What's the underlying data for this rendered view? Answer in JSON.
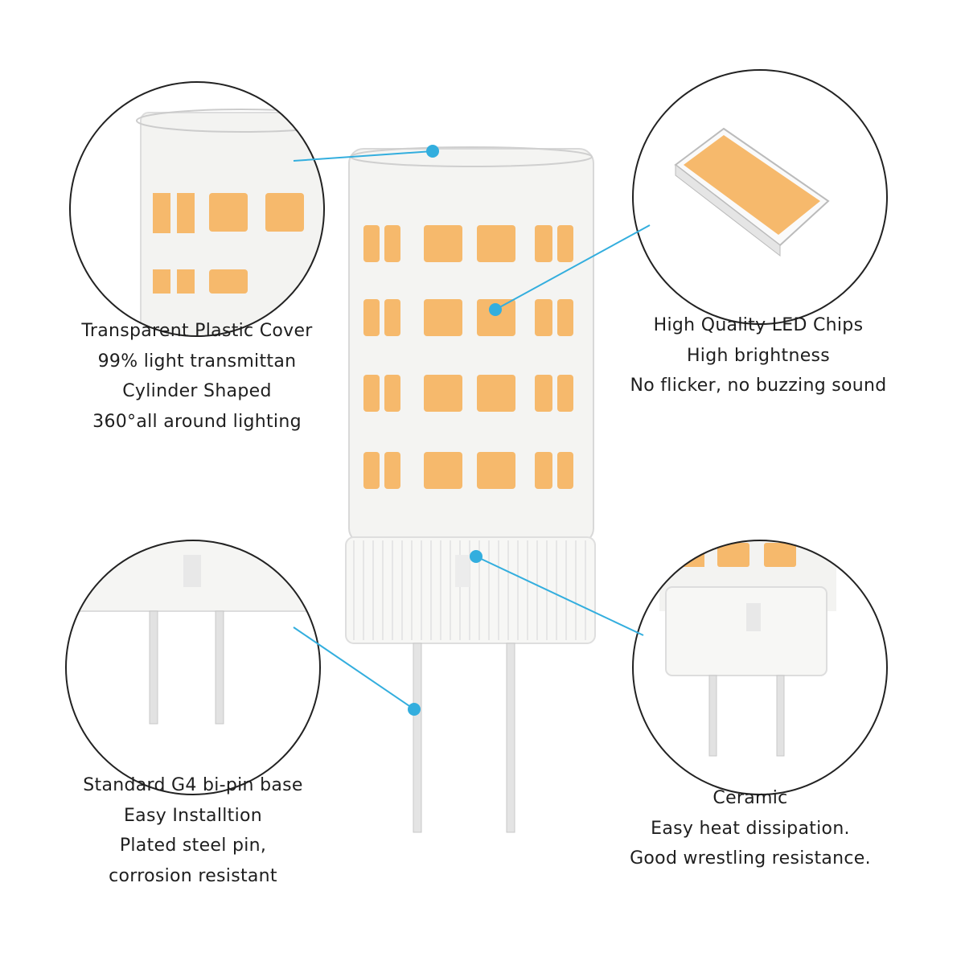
{
  "colors": {
    "accent": "#33aede",
    "led": "#f6b96c",
    "outline": "#222222"
  },
  "callouts": {
    "cover": {
      "lines": [
        "Transparent Plastic Cover",
        "99% light transmittan",
        "Cylinder Shaped",
        "360°all around lighting"
      ]
    },
    "chips": {
      "lines": [
        "High Quality LED Chips",
        "High brightness",
        "No flicker, no buzzing sound"
      ]
    },
    "base": {
      "lines": [
        "Standard G4 bi-pin base",
        "Easy Installtion",
        "Plated steel pin,",
        "corrosion resistant"
      ]
    },
    "ceramic": {
      "lines": [
        "Ceramic",
        "Easy heat dissipation.",
        "Good wrestling resistance."
      ]
    }
  }
}
